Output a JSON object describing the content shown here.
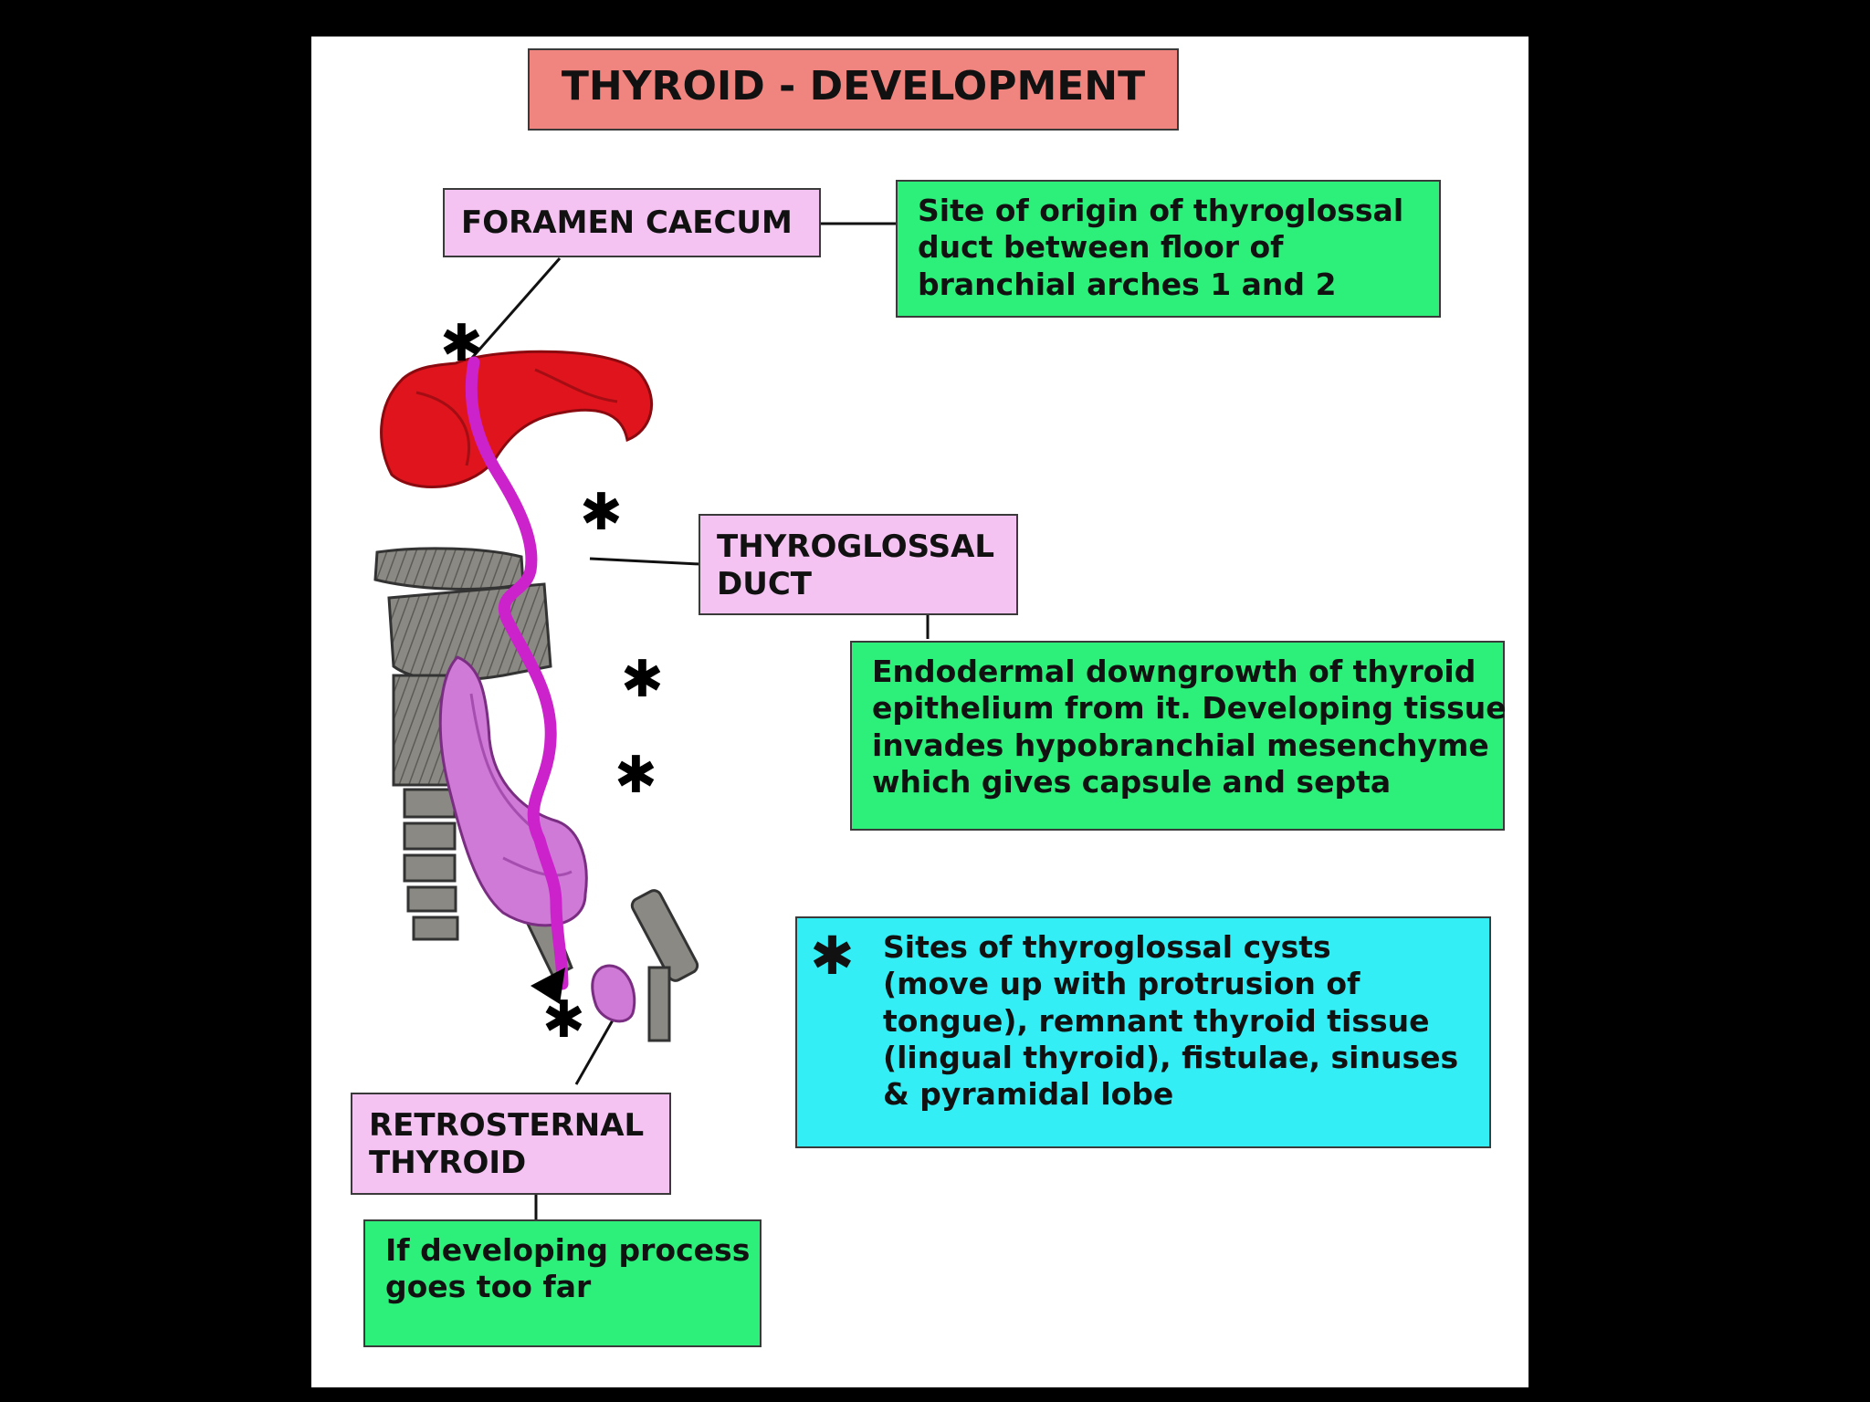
{
  "title": "THYROID - DEVELOPMENT",
  "foramen": {
    "label": "FORAMEN CAECUM",
    "note": [
      "Site of origin of thyroglossal",
      "duct between floor of",
      "branchial arches 1 and 2"
    ]
  },
  "duct": {
    "label": [
      "THYROGLOSSAL",
      "DUCT"
    ],
    "note": [
      "Endodermal downgrowth of thyroid",
      "epithelium from it. Developing tissue",
      "invades hypobranchial mesenchyme",
      "which gives capsule and septa"
    ]
  },
  "cysts": {
    "star": "✱",
    "note": [
      "Sites of thyroglossal cysts",
      "(move up with protrusion of",
      "tongue), remnant thyroid tissue",
      "(lingual thyroid), fistulae, sinuses",
      "& pyramidal lobe"
    ]
  },
  "retro": {
    "label": [
      "RETROSTERNAL",
      "THYROID"
    ],
    "note": [
      "If developing process",
      "goes too far"
    ]
  },
  "colors": {
    "title_bg": "#f0857f",
    "label_bg": "#f4c3f2",
    "note_bg": "#2df07b",
    "cyan_bg": "#33eef4",
    "tongue": "#e0141c",
    "duct": "#cc22cc",
    "thyroid": "#d07ad8",
    "cartilage": "#7b7a74"
  },
  "marker": "✱"
}
